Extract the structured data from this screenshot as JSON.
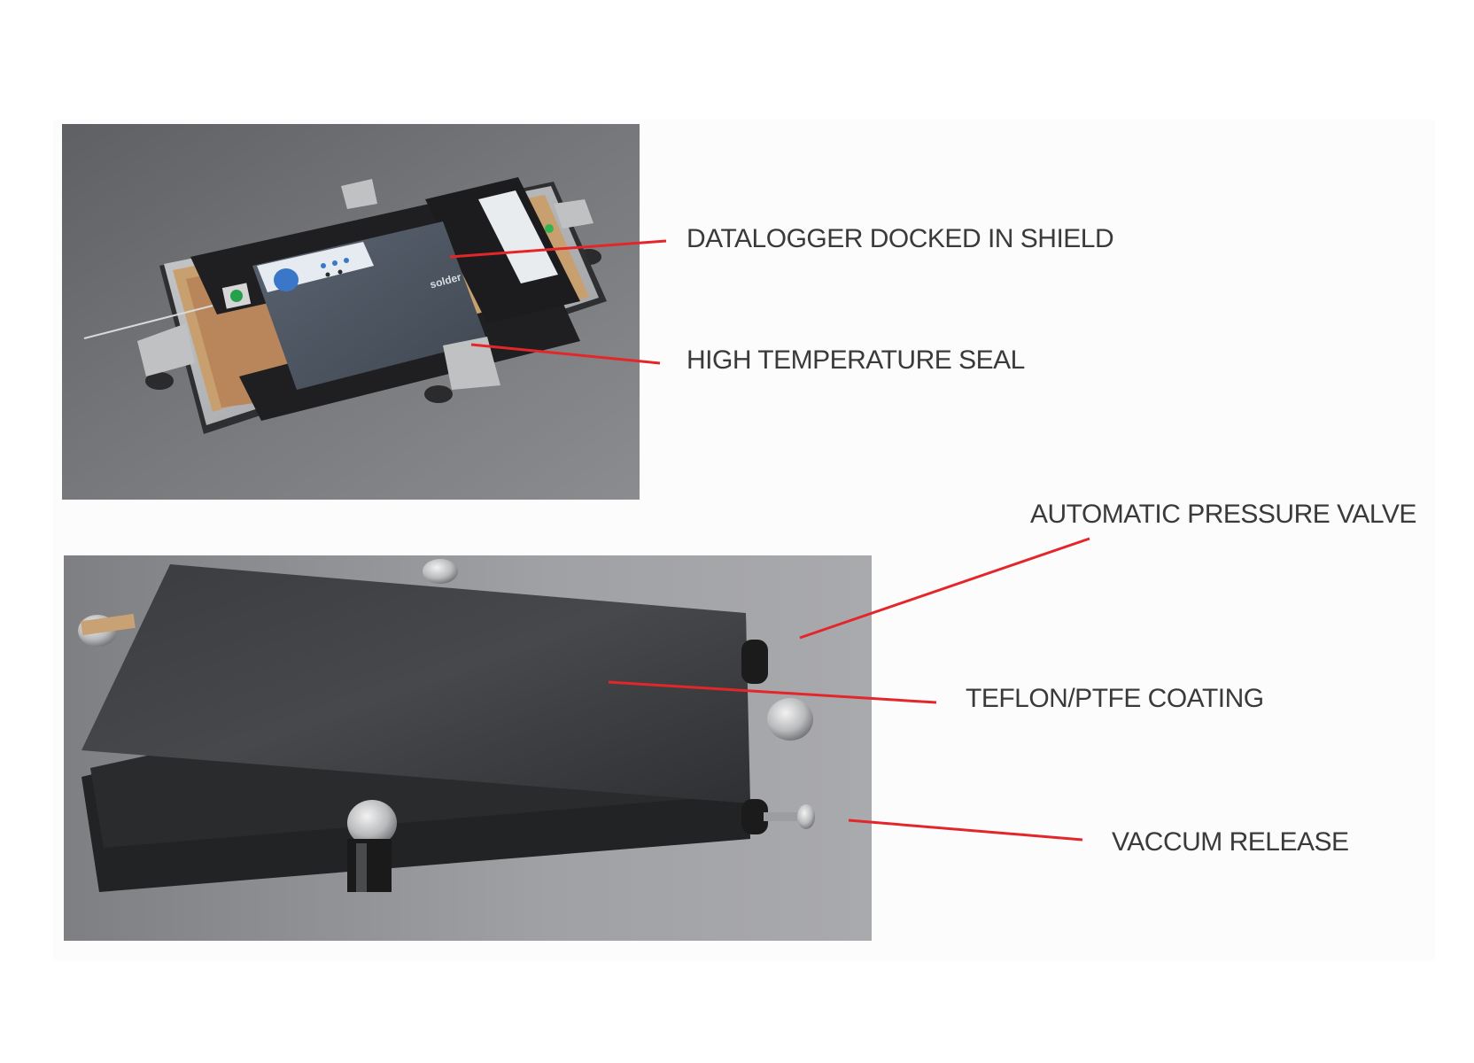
{
  "callouts": {
    "datalogger": "DATALOGGER DOCKED IN SHIELD",
    "seal": "HIGH TEMPERATURE SEAL",
    "valve": "AUTOMATIC PRESSURE VALVE",
    "coating": "TEFLON/PTFE COATING",
    "vacuum": "VACCUM RELEASE"
  },
  "device_branding": {
    "logger_text": "solder",
    "logo_text": "solder"
  },
  "colors": {
    "leader_line": "#e4262b",
    "label_text": "#3a3a3a"
  }
}
